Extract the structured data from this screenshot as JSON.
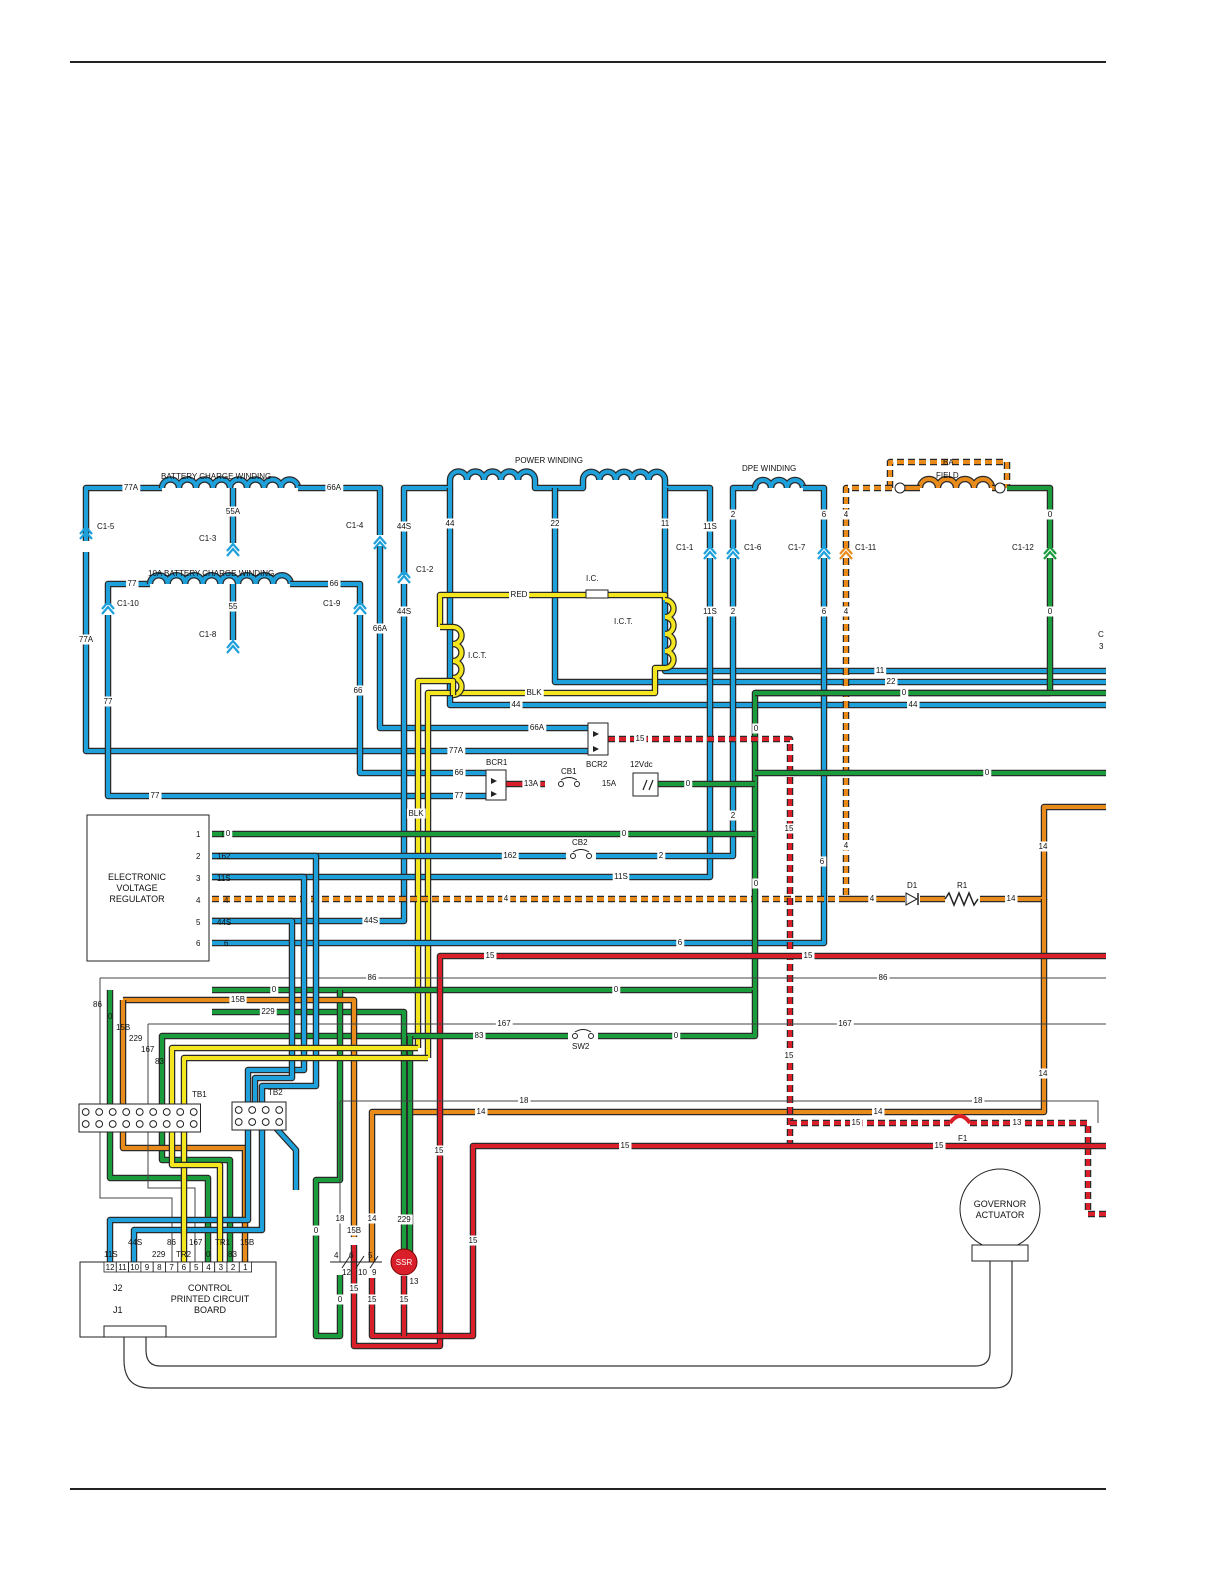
{
  "colors": {
    "blue": "#1ea0db",
    "green": "#1a9b3c",
    "red": "#d9202a",
    "orange": "#e88b1a",
    "yellow": "#f4e61e",
    "outline": "#2a2a2a"
  },
  "windings": {
    "battery_charge": "BATTERY CHARGE WINDING",
    "battery_charge_10a": "10A BATTERY CHARGE WINDING",
    "power": "POWER WINDING",
    "dpe": "DPE WINDING",
    "field_top": "BA",
    "field": "FIELD"
  },
  "components": {
    "evr_line1": "ELECTRONIC",
    "evr_line2": "VOLTAGE",
    "evr_line3": "REGULATOR",
    "cpcb_line1": "CONTROL",
    "cpcb_line2": "PRINTED CIRCUIT",
    "cpcb_line3": "BOARD",
    "governor_line1": "GOVERNOR",
    "governor_line2": "ACTUATOR",
    "ssr": "SSR",
    "tb1": "TB1",
    "tb2": "TB2",
    "bcr1": "BCR1",
    "bcr2": "BCR2",
    "cb1": "CB1",
    "cb2": "CB2",
    "sw2": "SW2",
    "v12": "12Vdc",
    "d1": "D1",
    "r1": "R1",
    "f1": "F1",
    "ic": "I.C.",
    "ict": "I.C.T.",
    "j1": "J1",
    "j2": "J2"
  },
  "connectors": {
    "c1_5": "C1-5",
    "c1_3": "C1-3",
    "c1_4": "C1-4",
    "c1_10": "C1-10",
    "c1_8": "C1-8",
    "c1_9": "C1-9",
    "c1_2": "C1-2",
    "c1_1": "C1-1",
    "c1_6": "C1-6",
    "c1_7": "C1-7",
    "c1_11": "C1-11",
    "c1_12": "C1-12",
    "edge_c": "C",
    "edge_3": "3"
  },
  "evr_pins": [
    "1",
    "2",
    "3",
    "4",
    "5",
    "6"
  ],
  "evr_wires": [
    "0",
    "162",
    "11S",
    "4",
    "44S",
    "6"
  ],
  "j2_pins": [
    "12",
    "11",
    "10",
    "9",
    "8",
    "7",
    "6",
    "5",
    "4",
    "3",
    "2",
    "1"
  ],
  "j2_wires": [
    "11S",
    "44S",
    "229",
    "86",
    "167",
    "TR2",
    "0",
    "TR1",
    "83",
    "15B"
  ],
  "tb1_wires": [
    "86",
    "0",
    "15B",
    "229",
    "167",
    "83"
  ],
  "wire_labels": {
    "w77a": "77A",
    "w66a": "66A",
    "w55a": "55A",
    "w77": "77",
    "w66": "66",
    "w55": "55",
    "w44s": "44S",
    "w44": "44",
    "w22": "22",
    "w11": "11",
    "w11s": "11S",
    "w2": "2",
    "w6": "6",
    "w4": "4",
    "w0": "0",
    "w14": "14",
    "w15": "15",
    "w13": "13",
    "w13a": "13A",
    "w15a": "15A",
    "w162": "162",
    "w86": "86",
    "w15b": "15B",
    "w229": "229",
    "w167": "167",
    "w83": "83",
    "w18": "18",
    "red": "RED",
    "blk": "BLK"
  },
  "contact_labels": [
    "4",
    "6",
    "12",
    "10",
    "5",
    "9"
  ]
}
